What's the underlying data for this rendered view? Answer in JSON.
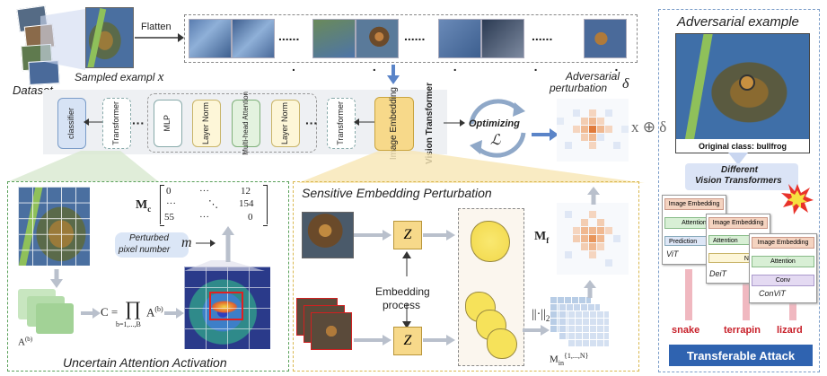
{
  "top": {
    "dataset_label": "Dataset",
    "sampled_label": "Sampled exampl",
    "sampled_symbol": "x",
    "flatten_label": "Flatten",
    "dots": "......",
    "perturb_label_1": "Adversarial",
    "perturb_label_2": "perturbation",
    "perturb_symbol": "δ",
    "optimizing_label": "Optimizing",
    "loss_symbol": "ℒ",
    "x_oplus_delta": "x ⊕ δ"
  },
  "vit_pipeline": {
    "classifier": "classifier",
    "transformer_1": "Transformer",
    "mlp": "MLP",
    "layer_norm_1": "Layer Norm",
    "multihead": "Multi-head Attention",
    "layer_norm_2": "Layer Norm",
    "transformer_2": "Transformer",
    "image_embedding": "Image Embedding",
    "vit_label": "Vision Transformer",
    "ellipsis": "···"
  },
  "uaa": {
    "title": "Uncertain Attention Activation",
    "mc_label": "M",
    "mc_sub": "c",
    "matrix_rows": [
      [
        "0",
        "···",
        "12"
      ],
      [
        "···",
        "⋱",
        "154"
      ],
      [
        "55",
        "···",
        "0"
      ]
    ],
    "perturbed_1": "Perturbed",
    "perturbed_2": "pixel number",
    "m_symbol": "m",
    "ab_label": "A",
    "ab_sup": "(b)",
    "formula_c": "C =",
    "formula_prod": "∏",
    "formula_sub": "b=1,...,B",
    "formula_a": "A",
    "formula_sup": "(b)"
  },
  "sep": {
    "title": "Sensitive Embedding Perturbation",
    "z_symbol": "Z",
    "embedding_1": "Embedding",
    "embedding_2": "process",
    "mf_label": "M",
    "mf_sub": "f",
    "norm_label": "||·||",
    "norm_sub": "2",
    "min_label": "M",
    "min_sub": "in",
    "min_sup": "{1,...,N}"
  },
  "right": {
    "title": "Adversarial example",
    "orig_class": "Original class:  bullfrog",
    "different_1": "Different",
    "different_2": "Vision Transformers",
    "vit_card": {
      "emb": "Image Embedding",
      "att": "Attention",
      "pred": "Prediction",
      "name": "ViT"
    },
    "deit_card": {
      "emb": "Image Embedding",
      "att": "Attention",
      "norm": "Norm",
      "name": "DeiT"
    },
    "convit_card": {
      "emb": "Image Embedding",
      "att": "Attention",
      "conv": "Conv",
      "name": "ConViT"
    },
    "labels": [
      "snake",
      "terrapin",
      "lizard"
    ],
    "transferable": "Transferable Attack"
  }
}
